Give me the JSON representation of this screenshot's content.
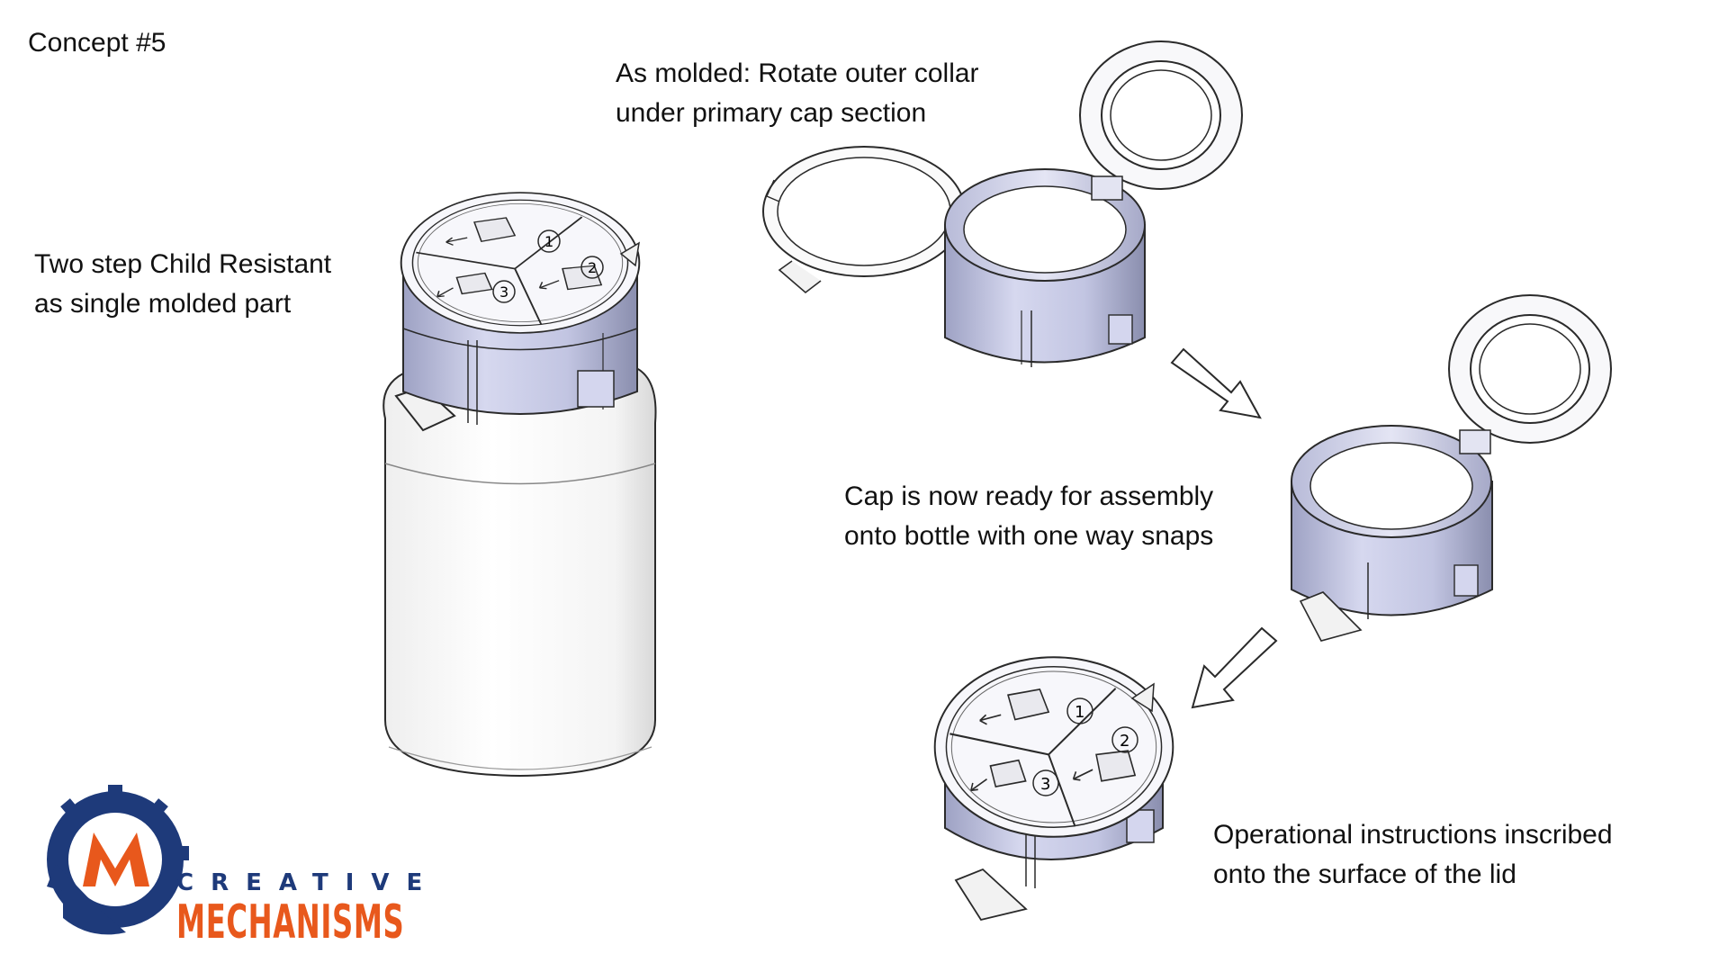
{
  "labels": {
    "concept": "Concept #5",
    "two_step_line1": "Two step Child Resistant",
    "two_step_line2": "as single molded part",
    "as_molded_line1": "As molded: Rotate outer collar",
    "as_molded_line2": "under primary cap section",
    "ready_line1": "Cap is now ready for assembly",
    "ready_line2": "onto bottle with one way snaps",
    "operational_line1": "Operational instructions inscribed",
    "operational_line2": "onto the surface of the lid"
  },
  "cap_step_numbers": [
    "1",
    "2",
    "3"
  ],
  "logo": {
    "word1": "CREATIVE",
    "word2": "MECHANISMS"
  },
  "colors": {
    "cap_body": "#c9cce6",
    "cap_shade": "#8f93b3",
    "bottle": "#fbfbfb",
    "outline": "#2a2a2a",
    "logo_blue": "#1e3a7a",
    "logo_orange": "#e8581c"
  }
}
